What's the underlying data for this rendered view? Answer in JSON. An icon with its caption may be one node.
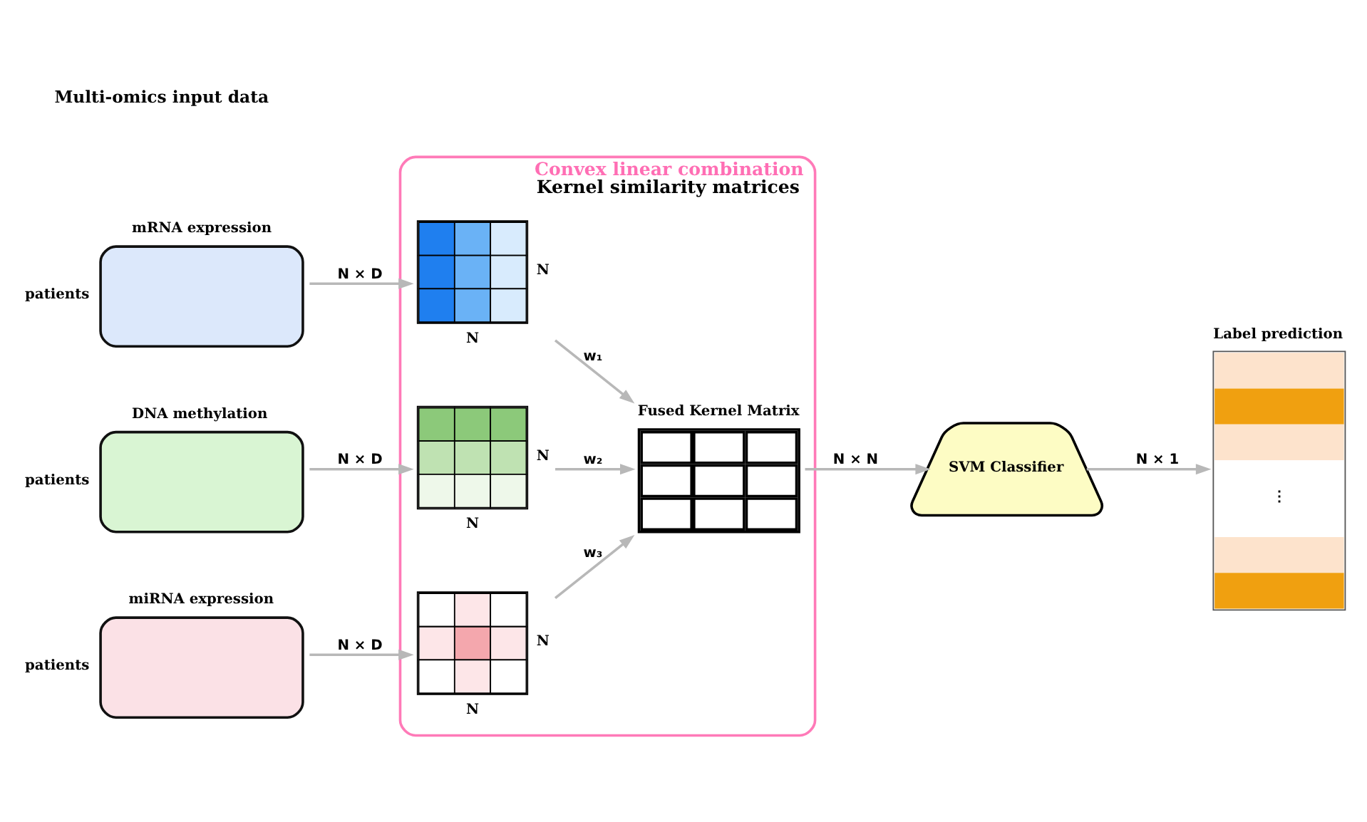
{
  "diagram": {
    "nodes": [
      {
        "text": [
          "mRNA expression"
        ],
        "beside": [
          "patients"
        ]
      },
      {
        "text": [
          "DNA methylation"
        ],
        "beside": [
          "patients"
        ]
      },
      {
        "text": [
          "miRNA expression"
        ],
        "beside": [
          "patients"
        ]
      },
      {
        "text": [
          "Convex linear combination",
          "Kernel similarity matrices"
        ]
      },
      {
        "text": [],
        "shape": "box",
        "in": 3,
        "beside": [
          "N",
          "N"
        ]
      },
      {
        "text": [],
        "shape": "box",
        "in": 3,
        "beside": [
          "N",
          "N"
        ]
      },
      {
        "text": [],
        "shape": "box",
        "in": 3,
        "beside": [
          "N",
          "N"
        ]
      },
      {
        "text": [
          "Fused Kernel Matrix"
        ],
        "in": 3
      },
      {
        "text": [
          "SVM Classifier"
        ]
      },
      {
        "text": [
          "Label prediction",
          "⋮"
        ]
      }
    ],
    "edges": [
      {
        "from": 0,
        "to": 4,
        "arrow": "to",
        "label": "N × D"
      },
      {
        "from": 1,
        "to": 5,
        "arrow": "to",
        "label": "N × D"
      },
      {
        "from": 2,
        "to": 6,
        "arrow": "to",
        "label": "N × D"
      },
      {
        "from": 4,
        "to": 7,
        "arrow": "to",
        "label": "w₁"
      },
      {
        "from": 5,
        "to": 7,
        "arrow": "to",
        "label": "w₂"
      },
      {
        "from": 6,
        "to": 7,
        "arrow": "to",
        "label": "w₃"
      },
      {
        "from": 7,
        "to": 8,
        "arrow": "to",
        "label": "N × N"
      },
      {
        "from": 8,
        "to": 9,
        "arrow": "to",
        "label": "N × 1"
      }
    ],
    "labels": [
      "Multi-omics input data"
    ]
  }
}
